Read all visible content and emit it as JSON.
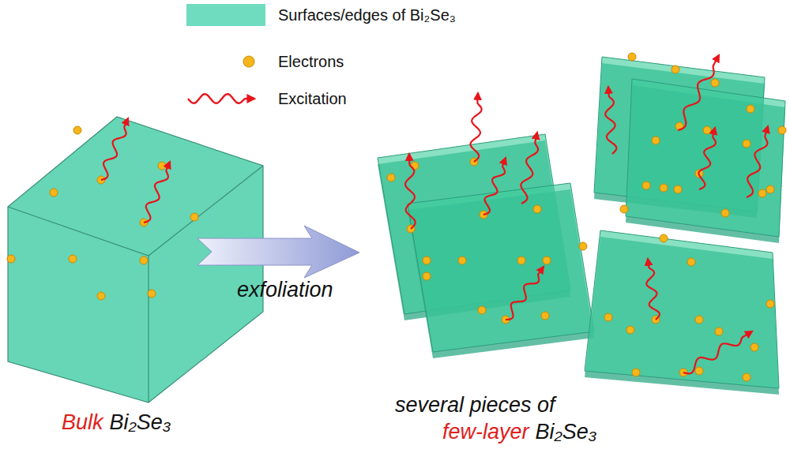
{
  "diagram": {
    "labels": [
      "Bulk",
      "Bi₂Se₃",
      "exfoliation",
      "several pieces of",
      "few-layer",
      "Bi₂Se₃"
    ],
    "legend": [
      {
        "text": "Surfaces/edges of Bi₂Se₃",
        "color": "#6fdcc0"
      },
      {
        "text": "Electrons"
      },
      {
        "text": "Excitation"
      }
    ]
  }
}
